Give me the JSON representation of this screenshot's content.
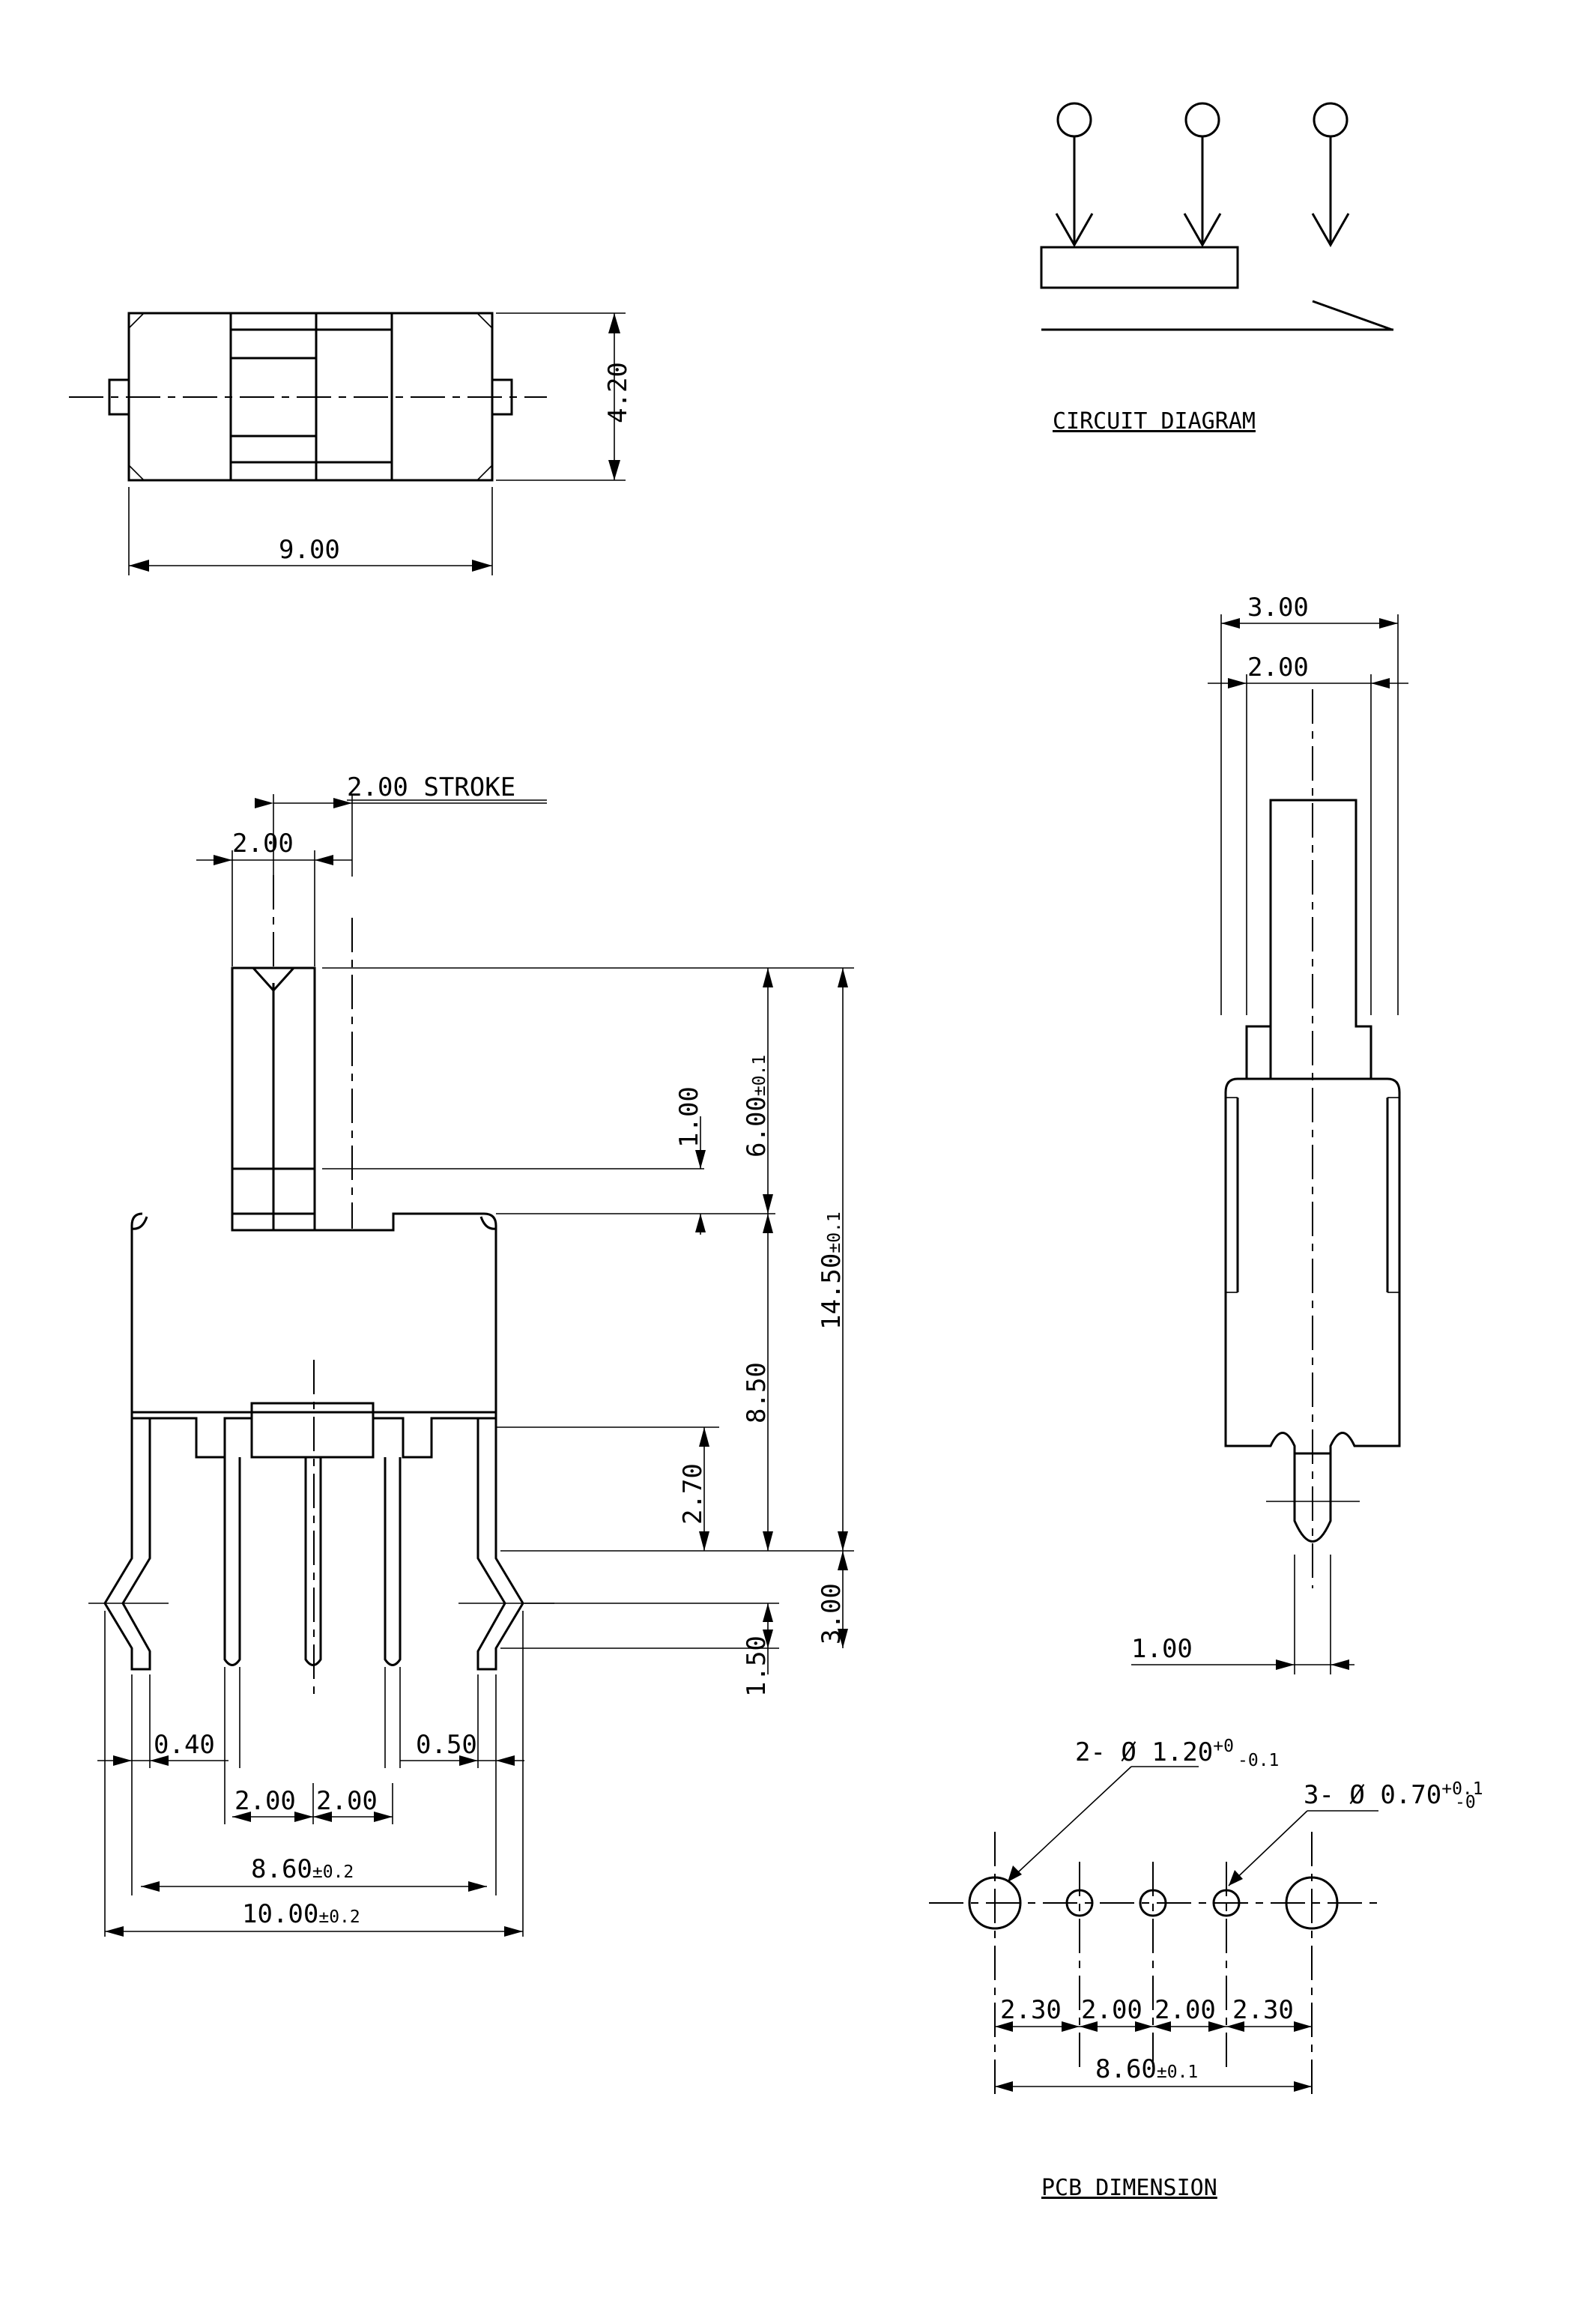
{
  "titles": {
    "circuit": "CIRCUIT DIAGRAM",
    "pcb": "PCB DIMENSION"
  },
  "top_view": {
    "height": "4.20",
    "width": "9.00"
  },
  "front_view": {
    "stroke": "2.00 STROKE",
    "actuator_width": "2.00",
    "actuator_height": "6.00",
    "actuator_height_tol": "±0.1",
    "overall_height": "14.50",
    "overall_height_tol": "±0.1",
    "step": "1.00",
    "body_height": "8.50",
    "bracket_height": "2.70",
    "pin_length": "3.00",
    "pin_bend": "1.50",
    "pin_left": "0.40",
    "pin_right": "0.50",
    "pitch_left": "2.00",
    "pitch_right": "2.00",
    "bracket_span": "8.60",
    "bracket_span_tol": "±0.2",
    "overall_width": "10.00",
    "overall_width_tol": "±0.2"
  },
  "side_view": {
    "outer_width": "3.00",
    "inner_width": "2.00",
    "pin_width": "1.00"
  },
  "pcb": {
    "large_hole": "2- Ø 1.20",
    "large_hole_tol_plus": "+0",
    "large_hole_tol_minus": "-0.1",
    "small_hole": "3- Ø 0.70",
    "small_hole_tol_plus": "+0.1",
    "small_hole_tol_minus": "-0",
    "spacings": [
      "2.30",
      "2.00",
      "2.00",
      "2.30"
    ],
    "total": "8.60",
    "total_tol": "±0.1"
  }
}
